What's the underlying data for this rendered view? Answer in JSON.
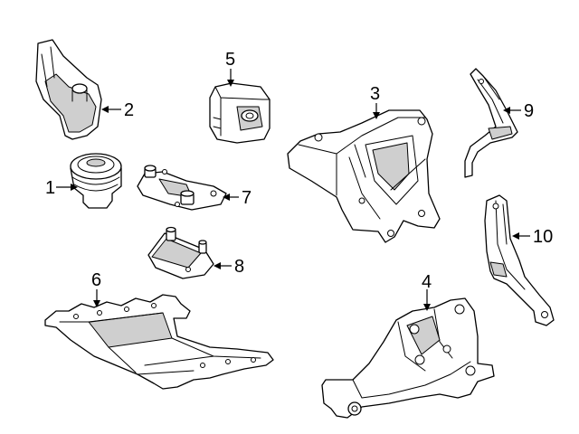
{
  "callouts": {
    "c1": "1",
    "c2": "2",
    "c3": "3",
    "c4": "4",
    "c5": "5",
    "c6": "6",
    "c7": "7",
    "c8": "8",
    "c9": "9",
    "c10": "10"
  },
  "colors": {
    "line": "#000000",
    "shade": "#cfcfcf",
    "background": "#ffffff"
  }
}
